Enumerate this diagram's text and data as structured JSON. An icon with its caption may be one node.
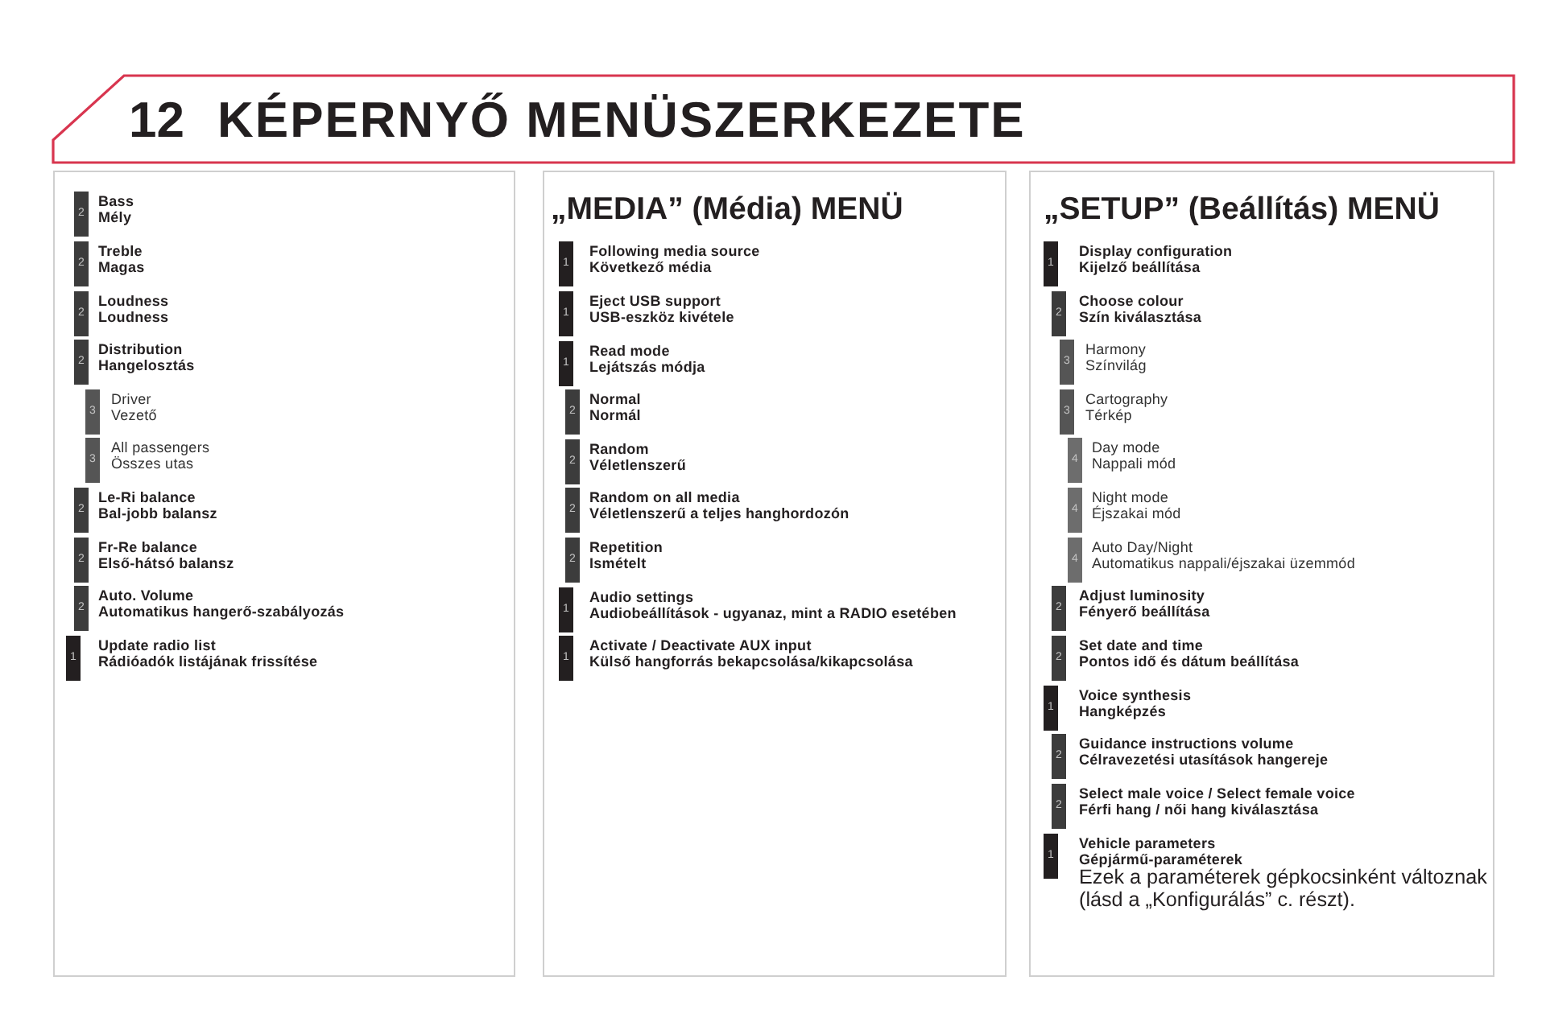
{
  "diagram": {
    "title": "KÉPERNYŐ MENÜSZERKEZETE",
    "nodes": [
      {
        "text": [],
        "shape": "box"
      },
      {
        "text": [
          "2"
        ],
        "in": 0,
        "beside": [
          "Bass",
          "Mély"
        ]
      },
      {
        "text": [
          "2"
        ],
        "in": 0,
        "beside": [
          "Treble",
          "Magas"
        ]
      },
      {
        "text": [
          "2"
        ],
        "in": 0,
        "beside": [
          "Loudness",
          "Loudness"
        ]
      },
      {
        "text": [
          "2"
        ],
        "in": 0,
        "beside": [
          "Distribution",
          "Hangelosztás"
        ]
      },
      {
        "text": [
          "3"
        ],
        "in": 0,
        "beside": [
          "Driver",
          "Vezető"
        ]
      },
      {
        "text": [
          "3"
        ],
        "in": 0,
        "beside": [
          "All passengers",
          "Összes utas"
        ]
      },
      {
        "text": [
          "2"
        ],
        "in": 0,
        "beside": [
          "Le-Ri balance",
          "Bal-jobb balansz"
        ]
      },
      {
        "text": [
          "2"
        ],
        "in": 0,
        "beside": [
          "Fr-Re balance",
          "Első-hátsó balansz"
        ]
      },
      {
        "text": [
          "2"
        ],
        "in": 0,
        "beside": [
          "Auto. Volume",
          "Automatikus hangerő-szabályozás"
        ]
      },
      {
        "text": [
          "1"
        ],
        "in": 0,
        "beside": [
          "Update radio list",
          "Rádióadók listájának frissítése"
        ]
      },
      {
        "text": [
          "„MEDIA” (Média) MENÜ"
        ]
      },
      {
        "text": [
          "1"
        ],
        "in": 11,
        "beside": [
          "Following media source",
          "Következő média"
        ]
      },
      {
        "text": [
          "1"
        ],
        "in": 11,
        "beside": [
          "Eject USB support",
          "USB-eszköz kivétele"
        ]
      },
      {
        "text": [
          "1"
        ],
        "in": 11,
        "beside": [
          "Read mode",
          "Lejátszás módja"
        ]
      },
      {
        "text": [
          "2"
        ],
        "in": 11,
        "beside": [
          "Normal",
          "Normál"
        ]
      },
      {
        "text": [
          "2"
        ],
        "in": 11,
        "beside": [
          "Random",
          "Véletlenszerű"
        ]
      },
      {
        "text": [
          "2"
        ],
        "in": 11,
        "beside": [
          "Random on all media",
          "Véletlenszerű a teljes hanghordozón"
        ]
      },
      {
        "text": [
          "2"
        ],
        "in": 11,
        "beside": [
          "Repetition",
          "Ismételt"
        ]
      },
      {
        "text": [
          "1"
        ],
        "in": 11,
        "beside": [
          "Audio settings",
          "Audiobeállítások - ugyanaz, mint a RADIO esetében"
        ]
      },
      {
        "text": [
          "1"
        ],
        "in": 11,
        "beside": [
          "Activate / Deactivate AUX input",
          "Külső hangforrás bekapcsolása/kikapcsolása"
        ]
      },
      {
        "text": [
          "„SETUP” (Beállítás) MENÜ"
        ]
      },
      {
        "text": [
          "1"
        ],
        "in": 21,
        "beside": [
          "Display configuration",
          "Kijelző beállítása"
        ]
      },
      {
        "text": [
          "2"
        ],
        "in": 21,
        "beside": [
          "Choose colour",
          "Szín kiválasztása"
        ]
      },
      {
        "text": [
          "3"
        ],
        "in": 21,
        "beside": [
          "Harmony",
          "Színvilág"
        ]
      },
      {
        "text": [
          "3"
        ],
        "in": 21,
        "beside": [
          "Cartography",
          "Térkép"
        ]
      },
      {
        "text": [
          "4"
        ],
        "in": 21,
        "beside": [
          "Day mode",
          "Nappali mód"
        ]
      },
      {
        "text": [
          "4"
        ],
        "in": 21,
        "beside": [
          "Night mode",
          "Éjszakai mód"
        ]
      },
      {
        "text": [
          "4"
        ],
        "in": 21,
        "beside": [
          "Auto Day/Night",
          "Automatikus nappali/éjszakai üzemmód"
        ]
      },
      {
        "text": [
          "2"
        ],
        "in": 21,
        "beside": [
          "Adjust luminosity",
          "Fényerő beállítása"
        ]
      },
      {
        "text": [
          "2"
        ],
        "in": 21,
        "beside": [
          "Set date and time",
          "Pontos idő és dátum beállítása"
        ]
      },
      {
        "text": [
          "1"
        ],
        "in": 21,
        "beside": [
          "Voice synthesis",
          "Hangképzés"
        ]
      },
      {
        "text": [
          "2"
        ],
        "in": 21,
        "beside": [
          "Guidance instructions volume",
          "Célravezetési utasítások hangereje"
        ]
      },
      {
        "text": [
          "2"
        ],
        "in": 21,
        "beside": [
          "Select male voice / Select female voice",
          "Férfi hang / női hang kiválasztása"
        ]
      },
      {
        "text": [
          "1"
        ],
        "in": 21,
        "beside": [
          "Vehicle parameters",
          "Gépjármű-paraméterek",
          "Ezek a paraméterek gépkocsinként változnak (lásd a „Konfigurálás” c. részt)."
        ]
      }
    ],
    "labels": [
      "12"
    ]
  }
}
